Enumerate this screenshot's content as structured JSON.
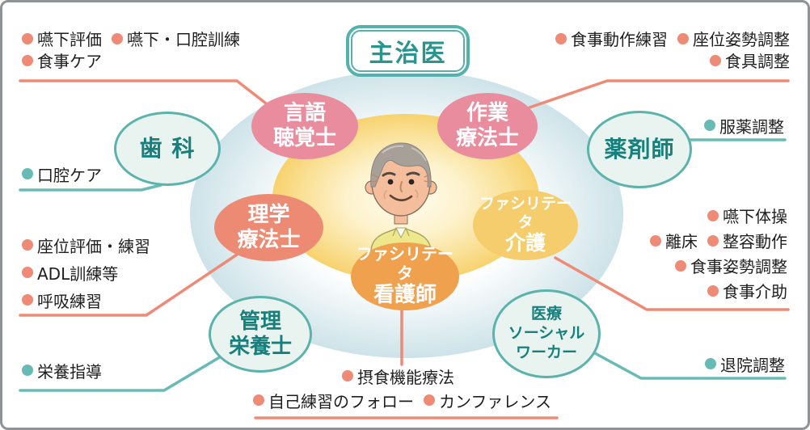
{
  "colors": {
    "coral": "#EE8A75",
    "teal": "#68BBB4",
    "pink_ellipse": "#E88C9E",
    "salmon_ellipse": "#EC8A73",
    "orange_ellipse": "#EFA14E",
    "yellow_ellipse": "#F5CD6C",
    "teal_ellipse_border": "#5BB3AC",
    "teal_ellipse_fill": "#E9F3EF",
    "teal_text": "#17807D",
    "doctor_text": "#2A948E",
    "bg_blue_edge": "#CDE3E9",
    "bg_yellow_edge": "#F7D26E"
  },
  "doctor_box": {
    "label": "主治医"
  },
  "patient": {
    "icon": "elderly-patient-icon"
  },
  "roles": {
    "speech_therapist": {
      "lines": [
        "言語",
        "聴覚士"
      ]
    },
    "occupational_therapist": {
      "lines": [
        "作業",
        "療法士"
      ]
    },
    "dentistry": {
      "lines": [
        "歯 科"
      ]
    },
    "pharmacist": {
      "lines": [
        "薬剤師"
      ]
    },
    "physical_therapist": {
      "lines": [
        "理学",
        "療法士"
      ]
    },
    "facilitator_care": {
      "lines": [
        "ファシリテータ",
        "介護"
      ]
    },
    "facilitator_nurse": {
      "lines": [
        "ファシリテータ",
        "看護師"
      ]
    },
    "dietitian": {
      "lines": [
        "管理",
        "栄養士"
      ]
    },
    "medical_social_worker": {
      "lines": [
        "医療",
        "ソーシャル",
        "ワーカー"
      ]
    }
  },
  "tasks": {
    "speech_therapist": {
      "rows": [
        [
          "嚥下評価",
          "嚥下・口腔訓練"
        ],
        [
          "食事ケア"
        ]
      ]
    },
    "occupational_therapist": {
      "rows": [
        [
          "食事動作練習",
          "座位姿勢調整"
        ],
        [
          "食具調整"
        ]
      ]
    },
    "pharmacist": {
      "rows": [
        [
          "服薬調整"
        ]
      ]
    },
    "facilitator_care": {
      "rows": [
        [
          "嚥下体操"
        ],
        [
          "離床",
          "整容動作"
        ],
        [
          "食事姿勢調整"
        ],
        [
          "食事介助"
        ]
      ]
    },
    "medical_social_worker": {
      "rows": [
        [
          "退院調整"
        ]
      ]
    },
    "facilitator_nurse": {
      "rows": [
        [
          "摂食機能療法"
        ],
        [
          "自己練習のフォロー",
          "カンファレンス"
        ]
      ]
    },
    "dietitian": {
      "rows": [
        [
          "栄養指導"
        ]
      ]
    },
    "physical_therapist": {
      "rows": [
        [
          "座位評価・練習"
        ],
        [
          "ADL訓練等"
        ],
        [
          "呼吸練習"
        ]
      ]
    },
    "dentistry": {
      "rows": [
        [
          "口腔ケア"
        ]
      ]
    }
  }
}
